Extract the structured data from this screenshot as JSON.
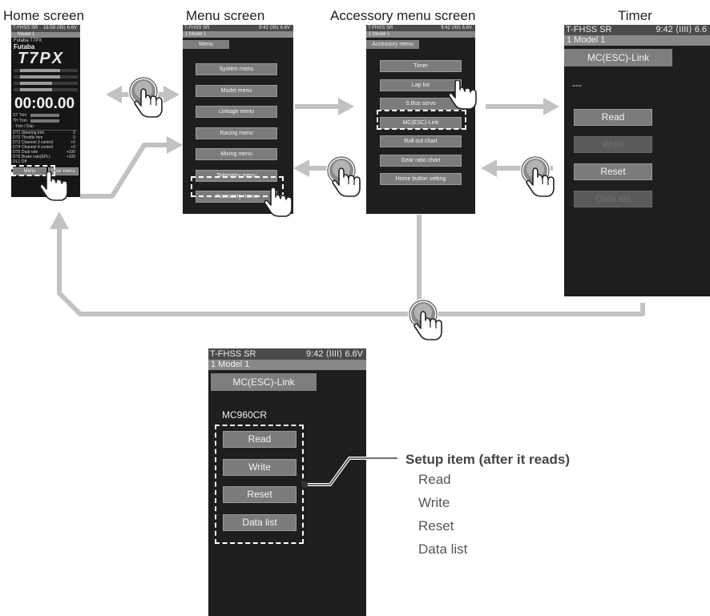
{
  "captions": {
    "home": "Home screen",
    "menu": "Menu screen",
    "accessory": "Accessory menu screen",
    "timer": "Timer"
  },
  "home_screen": {
    "status_left": "T-FHSS SR",
    "status_right": "16:59 ⟨IIII⟩ 6.6V",
    "model": "Model 1",
    "brand_small": "Futaba T7PX",
    "brand": "Futaba",
    "product": "T7PX",
    "timer": "00:00.00",
    "st_trim": "ST Trim",
    "th_trim": "TH Trim",
    "trim_header": "- Trim / Dial -",
    "trim_rows": [
      {
        "name": "DT1  Steering trim",
        "val": "0"
      },
      {
        "name": "DT2  Throttle trim",
        "val": "0"
      },
      {
        "name": "DT3  Channel 3 control",
        "val": "+0"
      },
      {
        "name": "DT4  Channel 4 control",
        "val": "+0"
      },
      {
        "name": "DT5  Dual rate",
        "val": "+100"
      },
      {
        "name": "DT6  Brake rate(EPL)",
        "val": "+100"
      },
      {
        "name": "DL1  Off",
        "val": ""
      }
    ],
    "btn_menu": "Menu",
    "btn_user": "User menu"
  },
  "menu_screen": {
    "status_left": "T-FHSS SR",
    "status_right": "9:42 ⟨IIII⟩ 6.6V",
    "model": "1  Model 1",
    "tab": "Menu",
    "items": [
      "System menu",
      "Model menu",
      "Linkage menu",
      "Racing menu",
      "Mixing menu",
      "Telemetry menu",
      "Accessory menu"
    ]
  },
  "accessory_screen": {
    "status_left": "T-FHSS SR",
    "status_right": "9:42 ⟨IIII⟩ 6.6V",
    "model": "1  Model 1",
    "tab": "Accessory menu",
    "items": [
      "Timer",
      "Lap list",
      "S.Bus servo",
      "MC(ESC)-Link",
      "Roll out chart",
      "Gear ratio chart",
      "Home button setting"
    ]
  },
  "timer_screen": {
    "status_left": "T-FHSS SR",
    "status_right": "9:42 ⟨IIII⟩ 6.6",
    "model": "1   Model 1",
    "tab": "MC(ESC)-Link",
    "value": "---",
    "buttons": [
      "Read",
      "Write",
      "Reset",
      "Data list"
    ]
  },
  "link_screen": {
    "status_left": "T-FHSS SR",
    "status_right": "9:42 ⟨IIII⟩ 6.6V",
    "model": "1   Model 1",
    "tab": "MC(ESC)-Link",
    "device": "MC960CR",
    "buttons": [
      "Read",
      "Write",
      "Reset",
      "Data list"
    ]
  },
  "setup": {
    "title": "Setup item (after it reads)",
    "items": [
      "Read",
      "Write",
      "Reset",
      "Data list"
    ]
  }
}
